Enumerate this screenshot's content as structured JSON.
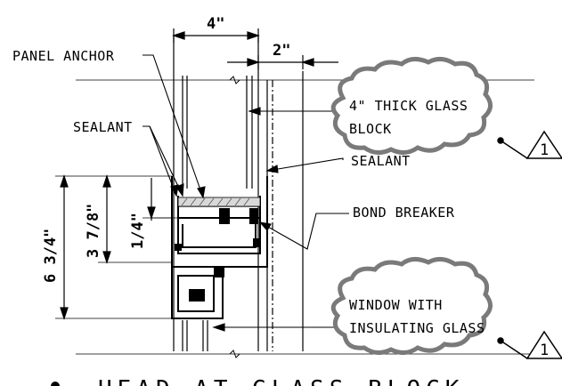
{
  "labels": {
    "panel_anchor": "PANEL ANCHOR",
    "sealant_left": "SEALANT",
    "sealant_right": "SEALANT",
    "bond_breaker": "BOND BREAKER"
  },
  "clouds": {
    "glass_block": {
      "line1": "4\" THICK GLASS",
      "line2": "BLOCK"
    },
    "window": {
      "line1": "WINDOW WITH",
      "line2": "INSULATING GLASS"
    }
  },
  "dimensions": {
    "top_width": "4\"",
    "top_offset": "2\"",
    "height_total": "6 3/4\"",
    "height_mid": "3 7/8\"",
    "height_small": "1/4\""
  },
  "revision_tag": "1",
  "title": "HEAD AT GLASS BLOCK",
  "colors": {
    "cloud": "#7a7a7a",
    "line": "#000000",
    "hatch": "#555555"
  }
}
